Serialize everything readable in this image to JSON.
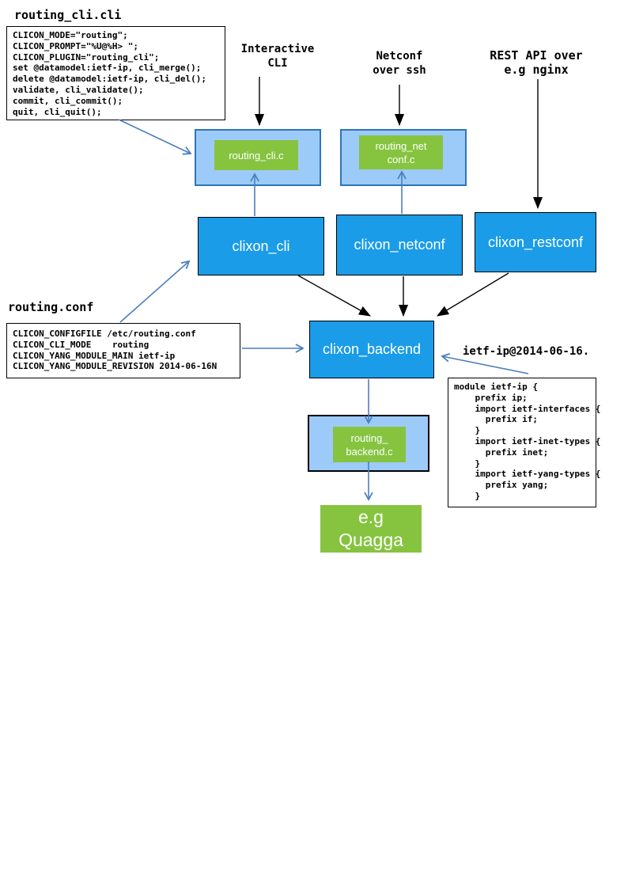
{
  "colors": {
    "process_blue": "#1A9CE8",
    "plugin_container_blue": "#9CCBFA",
    "plugin_green": "#86C440",
    "container_border_blue": "#2E75B6",
    "connector_blue": "#4C7FBE",
    "arrow_black": "#000000"
  },
  "cli_spec": {
    "title": "routing_cli.cli",
    "code": "CLICON_MODE=\"routing\";\nCLICON_PROMPT=\"%U@%H> \";\nCLICON_PLUGIN=\"routing_cli\";\nset @datamodel:ietf-ip, cli_merge();\ndelete @datamodel:ietf-ip, cli_del();\nvalidate, cli_validate();\ncommit, cli_commit();\nquit, cli_quit();"
  },
  "conf": {
    "title": "routing.conf",
    "code": "CLICON_CONFIGFILE /etc/routing.conf\nCLICON_CLI_MODE    routing\nCLICON_YANG_MODULE_MAIN ietf-ip\nCLICON_YANG_MODULE_REVISION 2014-06-16N"
  },
  "yang": {
    "title": "ietf-ip@2014-06-16.",
    "code": "module ietf-ip {\n    prefix ip;\n    import ietf-interfaces {\n      prefix if;\n    }\n    import ietf-inet-types {\n      prefix inet;\n    }\n    import ietf-yang-types {\n      prefix yang;\n    }"
  },
  "labels": {
    "interactive_cli": "Interactive\nCLI",
    "netconf_ssh": "Netconf\nover ssh",
    "rest_api": "REST API over\ne.g nginx"
  },
  "plugins": {
    "cli": "routing_cli.c",
    "netconf": "routing_net\nconf.c",
    "backend": "routing_\nbackend.c"
  },
  "processes": {
    "cli": "clixon_cli",
    "netconf": "clixon_netconf",
    "restconf": "clixon_restconf",
    "backend": "clixon_backend"
  },
  "external": {
    "quagga": "e.g\nQuagga"
  }
}
